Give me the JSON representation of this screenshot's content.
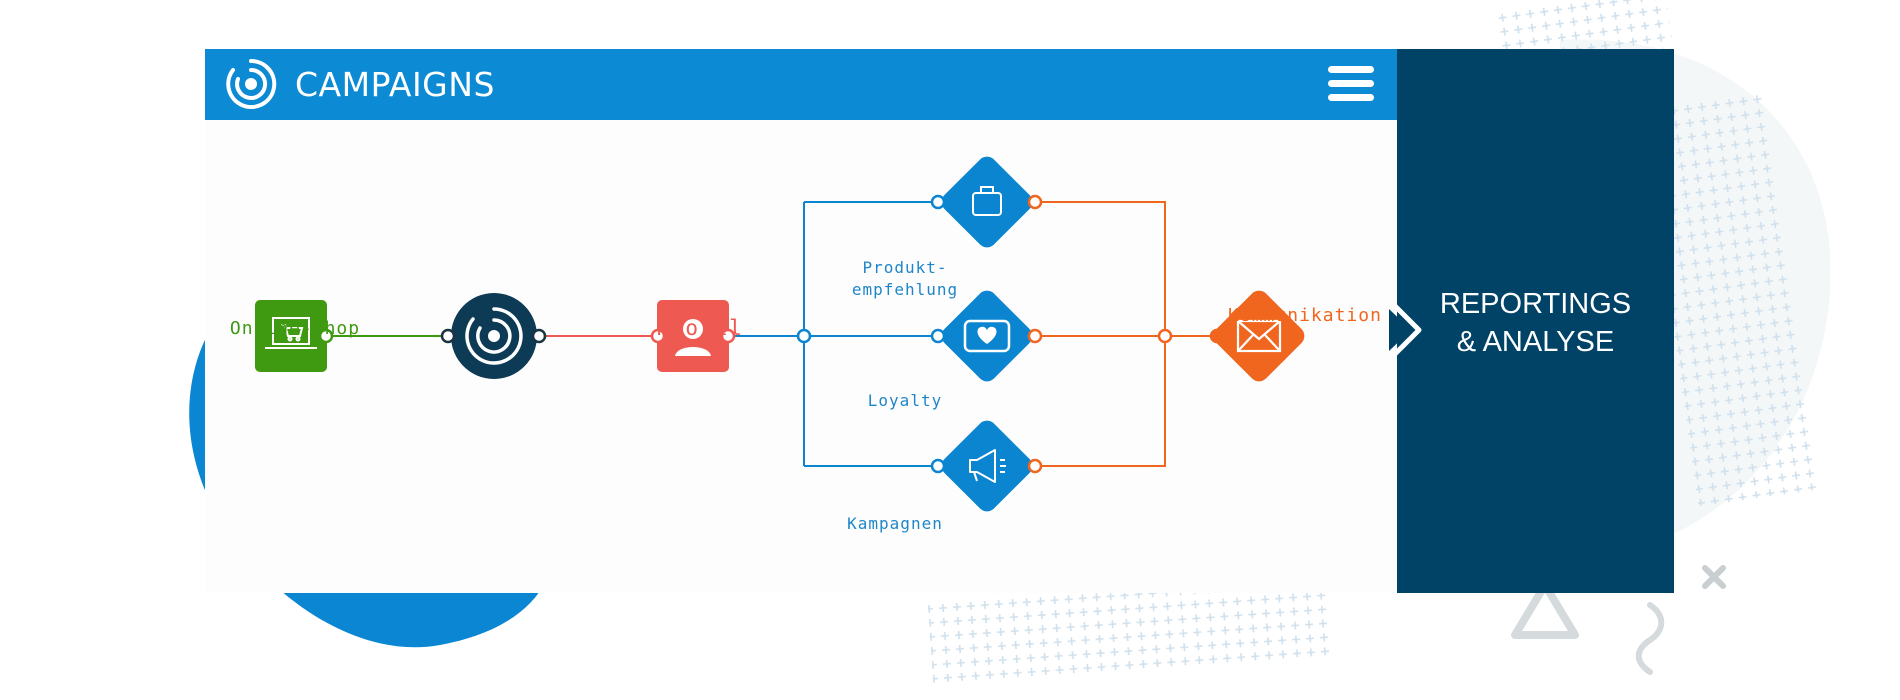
{
  "header": {
    "title": "CAMPAIGNS",
    "logo_icon": "target-icon",
    "menu_icon": "hamburger-menu-icon"
  },
  "flow": {
    "source": {
      "label": "Online-Shop",
      "icon": "shopping-cart-laptop-icon",
      "color": "#3f9a12"
    },
    "hub": {
      "icon": "target-icon",
      "color": "#0d3a55"
    },
    "profile": {
      "label": "Profil",
      "icon": "user-profile-icon",
      "color": "#ee5a52"
    },
    "channels": [
      {
        "label_line1": "Produkt-",
        "label_line2": "empfehlung",
        "icon": "shopping-bag-icon"
      },
      {
        "label": "Loyalty",
        "icon": "heart-card-icon"
      },
      {
        "label": "Kampagnen",
        "icon": "megaphone-icon"
      }
    ],
    "target": {
      "label": "Kommunikation",
      "icon": "envelope-icon",
      "color": "#f0661f"
    }
  },
  "side_panel": {
    "line1": "REPORTINGS",
    "line2": "& ANALYSE",
    "icon": "chevron-right-icon"
  },
  "colors": {
    "header_blue": "#0c8ad4",
    "channel_blue": "#0b85d0",
    "panel_navy": "#004366",
    "accent_orange": "#f0661f",
    "accent_green": "#3f9a12",
    "accent_red": "#ee5a52"
  }
}
